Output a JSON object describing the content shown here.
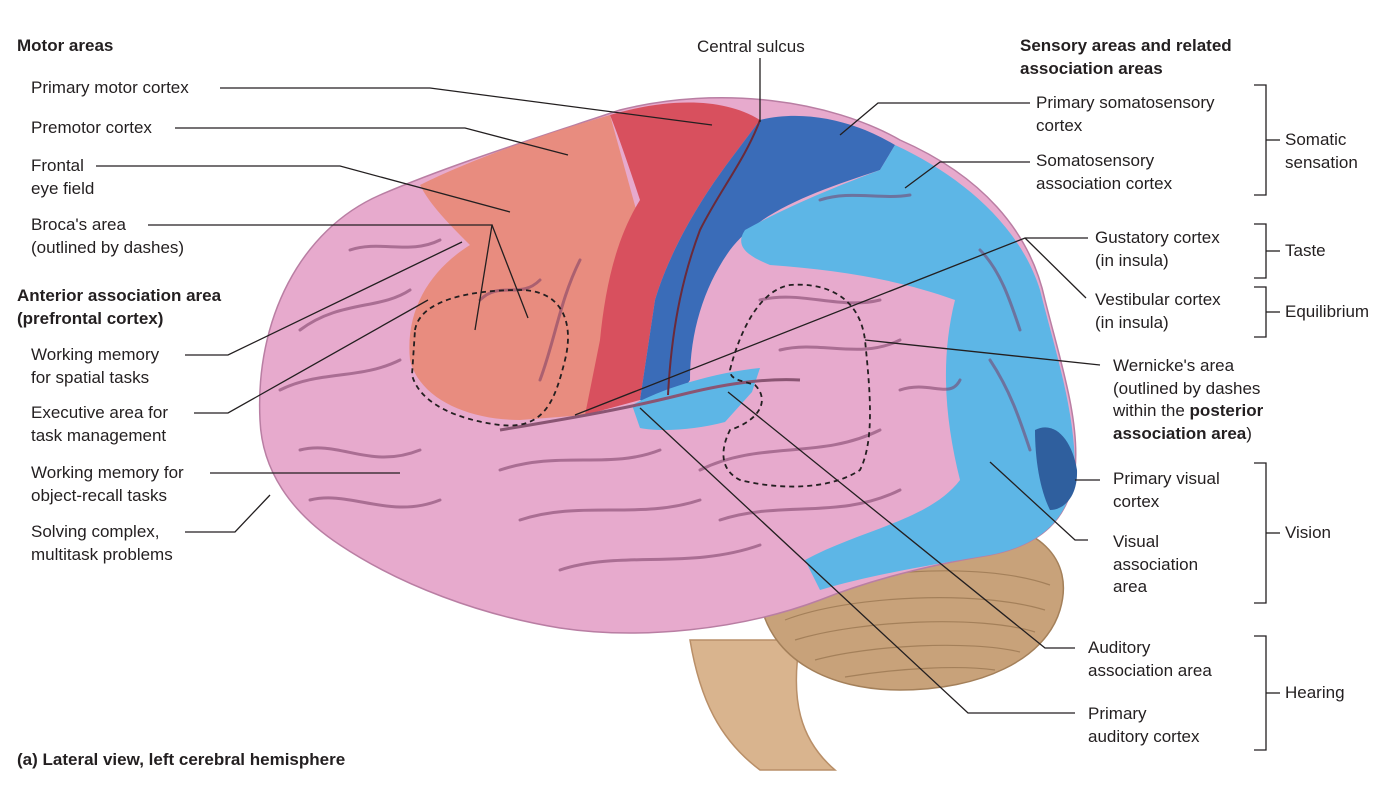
{
  "figure": {
    "caption": "(a) Lateral view, left cerebral hemisphere",
    "colors": {
      "motor": "#d8505e",
      "premotor": "#e88a7a",
      "somatosensory_primary": "#3a6cb8",
      "somatosensory_association": "#5db6e6",
      "association": "#e7aacd",
      "cerebellum": "#c8a27a",
      "brainstem": "#d9b48e"
    }
  },
  "headings": {
    "motor": "Motor areas",
    "sensory_line1": "Sensory areas and related",
    "sensory_line2": "association areas",
    "anterior_line1": "Anterior association area",
    "anterior_line2": "(prefrontal cortex)"
  },
  "left_labels": {
    "primary_motor": "Primary motor cortex",
    "premotor": "Premotor cortex",
    "frontal_eye_1": "Frontal",
    "frontal_eye_2": "eye field",
    "broca_1": "Broca's area",
    "broca_2": "(outlined by dashes)",
    "wm_spatial_1": "Working memory",
    "wm_spatial_2": "for spatial tasks",
    "executive_1": "Executive area for",
    "executive_2": "task management",
    "wm_object_1": "Working memory for",
    "wm_object_2": "object-recall tasks",
    "complex_1": "Solving complex,",
    "complex_2": "multitask problems"
  },
  "top_labels": {
    "central_sulcus": "Central sulcus"
  },
  "right_labels": {
    "primary_somato_1": "Primary somatosensory",
    "primary_somato_2": "cortex",
    "somato_assoc_1": "Somatosensory",
    "somato_assoc_2": "association cortex",
    "gustatory_1": "Gustatory cortex",
    "gustatory_2": "(in insula)",
    "vestibular_1": "Vestibular cortex",
    "vestibular_2": "(in insula)",
    "wernicke_1": "Wernicke's area",
    "wernicke_2": "(outlined by dashes",
    "wernicke_3a": "within the ",
    "wernicke_3b": "posterior",
    "wernicke_4a": "association area",
    "wernicke_4b": ")",
    "primary_visual_1": "Primary visual",
    "primary_visual_2": "cortex",
    "visual_assoc_1": "Visual",
    "visual_assoc_2": "association",
    "visual_assoc_3": "area",
    "auditory_assoc_1": "Auditory",
    "auditory_assoc_2": "association area",
    "primary_auditory_1": "Primary",
    "primary_auditory_2": "auditory cortex"
  },
  "groups": {
    "somatic_1": "Somatic",
    "somatic_2": "sensation",
    "taste": "Taste",
    "equilibrium": "Equilibrium",
    "vision": "Vision",
    "hearing": "Hearing"
  }
}
